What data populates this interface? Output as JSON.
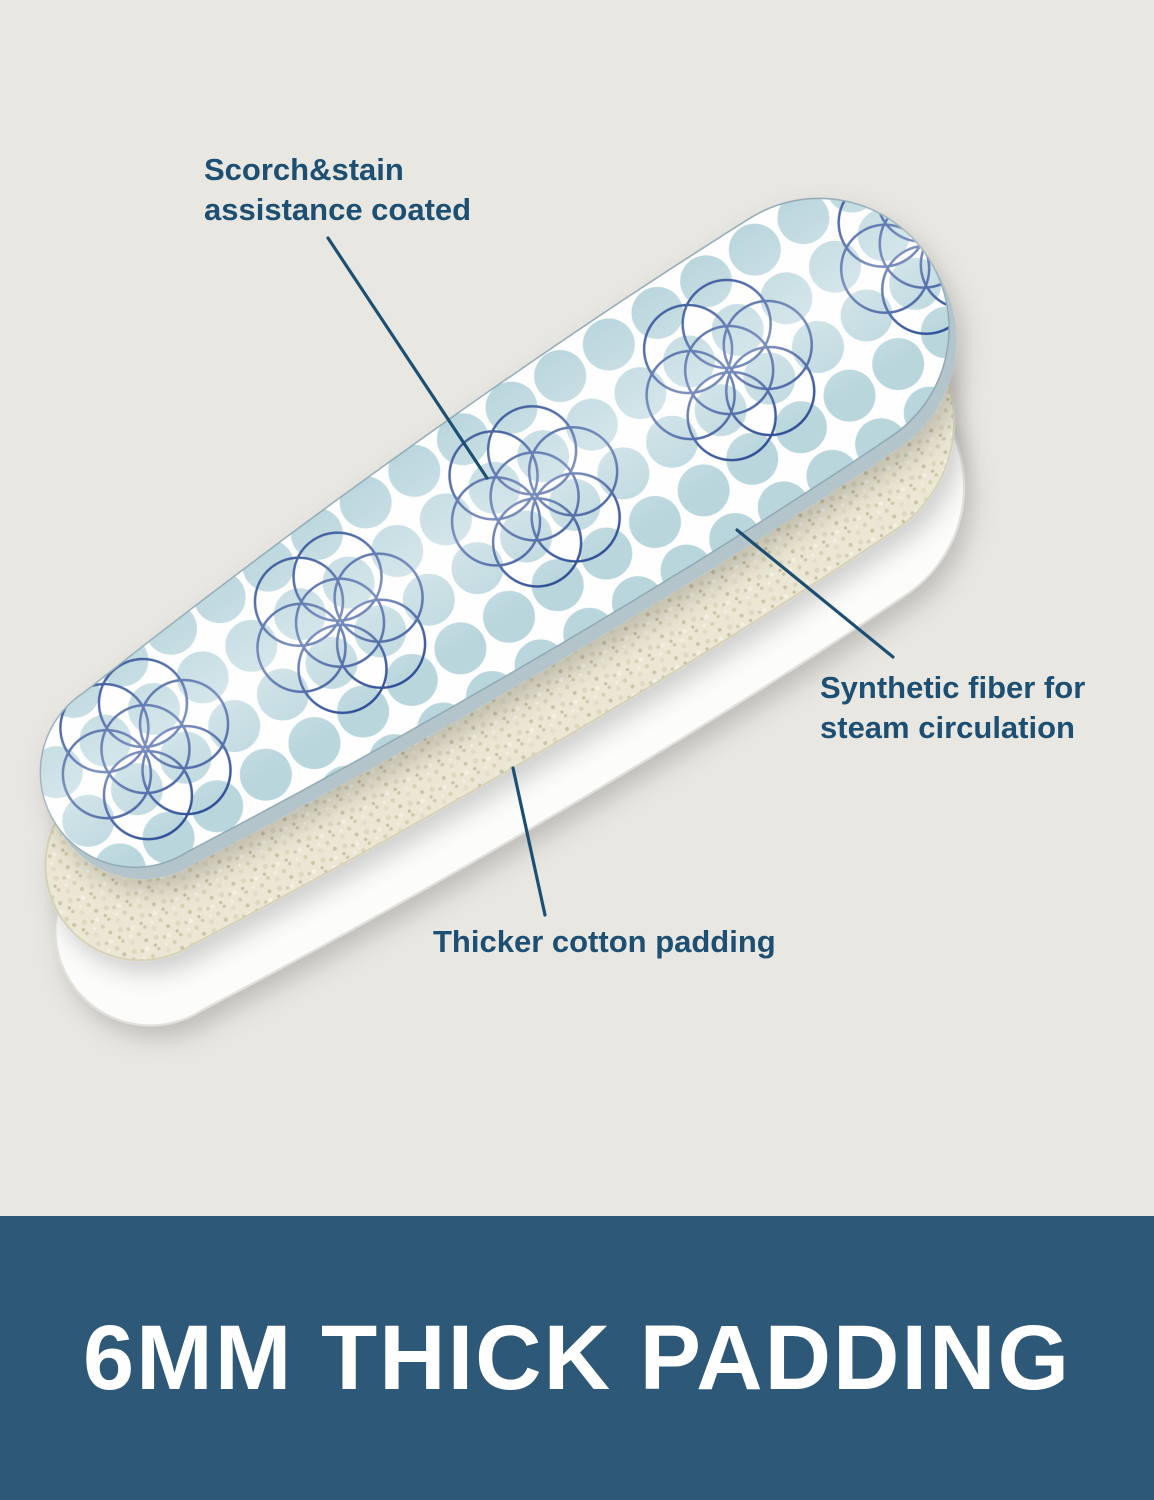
{
  "colors": {
    "page_bg": "#e9e7e2",
    "label_text": "#1d4f73",
    "leader_line": "#1d4f73",
    "banner_bg": "#2d5878",
    "banner_text": "#ffffff",
    "pattern_ring": "#2b4d96",
    "pattern_dot": "#b9d6dd",
    "fiber_fill": "#ebe7d4",
    "base_fill": "#fcfcfb"
  },
  "callouts": {
    "coating": {
      "label": "Scorch&stain\nassistance coated"
    },
    "fiber": {
      "label": "Synthetic fiber for\nsteam circulation"
    },
    "padding": {
      "label": "Thicker cotton padding"
    }
  },
  "banner": {
    "title": "6MM THICK PADDING"
  }
}
